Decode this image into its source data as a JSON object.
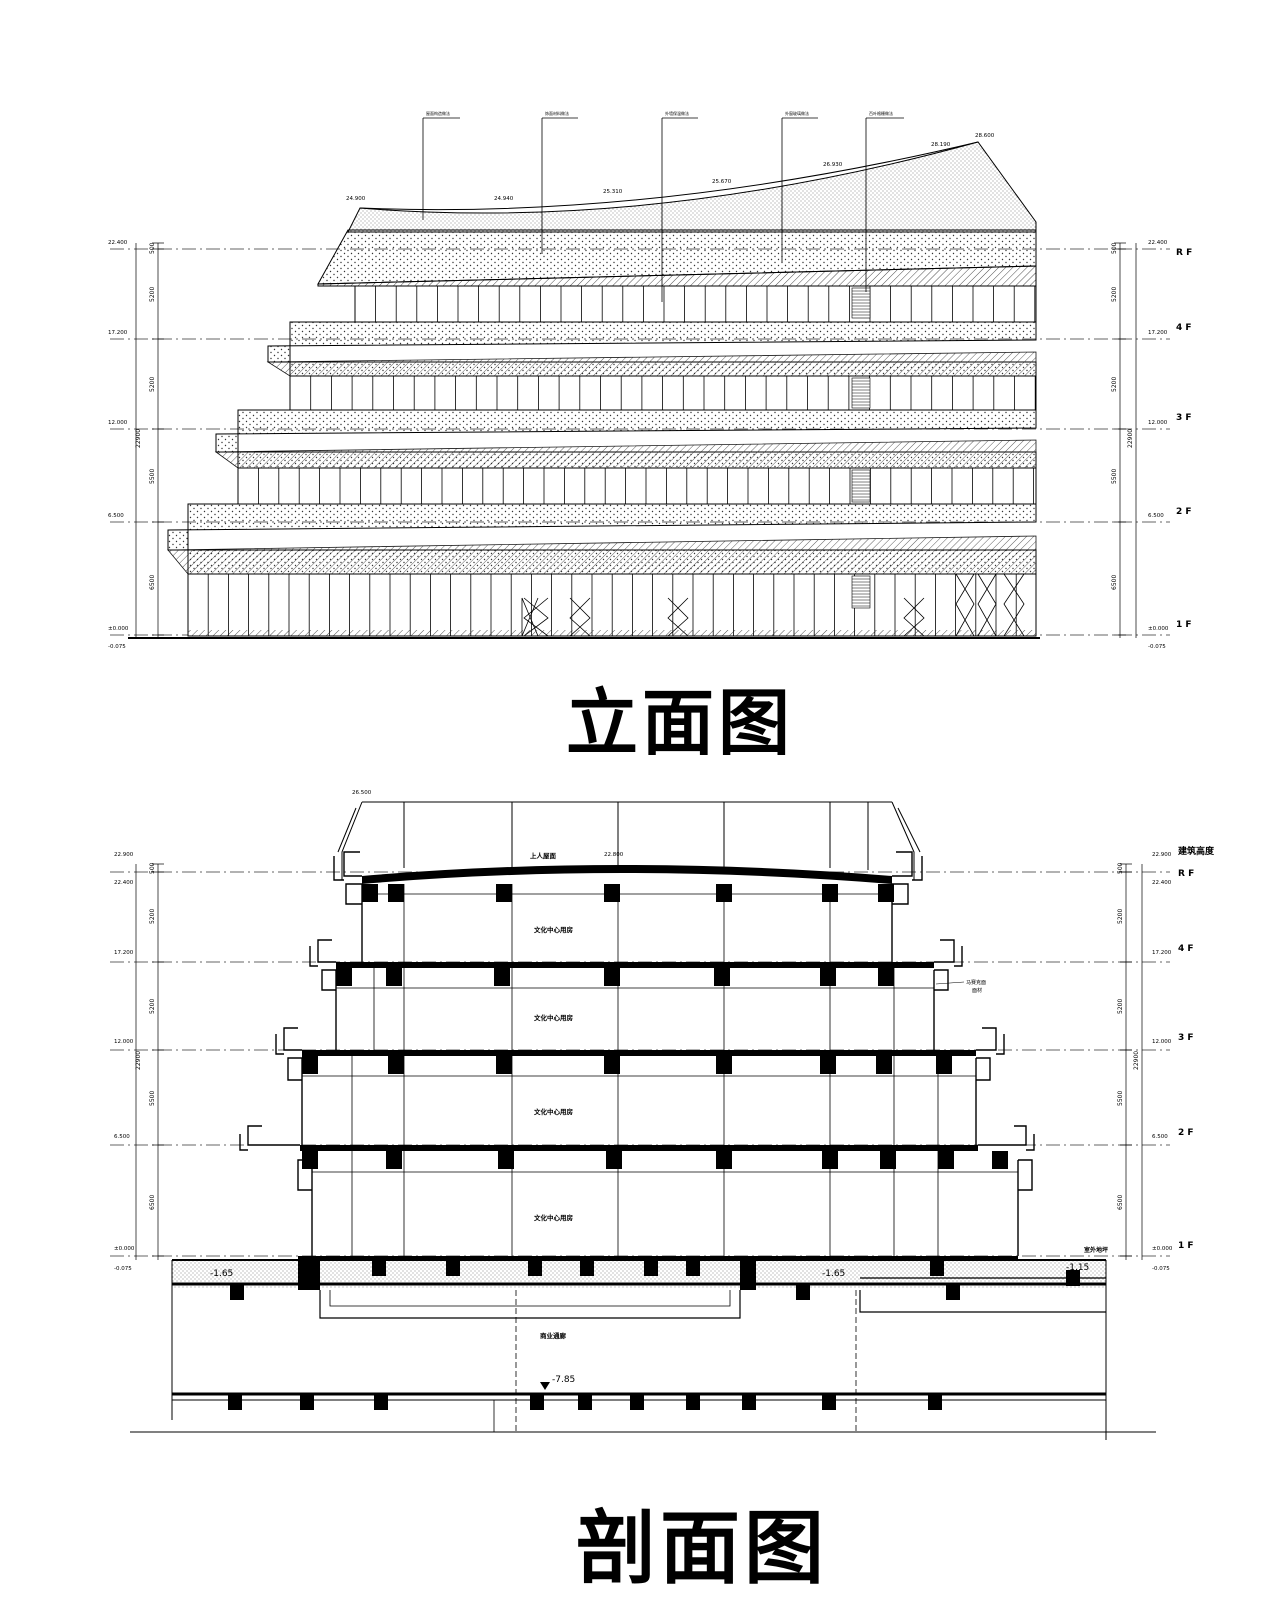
{
  "elevation": {
    "title": "立面图",
    "levels": [
      {
        "elev": "22.400",
        "floor": "R F"
      },
      {
        "elev": "17.200",
        "floor": "4 F"
      },
      {
        "elev": "12.000",
        "floor": "3 F"
      },
      {
        "elev": "6.500",
        "floor": "2 F"
      },
      {
        "elev": "±0.000",
        "floor": "1 F"
      }
    ],
    "ground_elev": "-0.075",
    "dims": [
      "500",
      "5200",
      "5200",
      "5500",
      "6500"
    ],
    "total_dim": "22900",
    "roof_points": [
      "24.900",
      "24.940",
      "25.310",
      "25.670",
      "26.930",
      "28.190",
      "28.600"
    ],
    "callouts": [
      "屋面构造做法",
      "饰面材料做法",
      "外墙保温做法",
      "外窗玻璃做法",
      "百叶格栅做法"
    ]
  },
  "section": {
    "title": "剖面图",
    "levels": [
      {
        "elev": "22.900",
        "floor": "R F"
      },
      {
        "elev": "17.200",
        "floor": "4 F"
      },
      {
        "elev": "12.000",
        "floor": "3 F"
      },
      {
        "elev": "6.500",
        "floor": "2 F"
      },
      {
        "elev": "±0.000",
        "floor": "1 F"
      }
    ],
    "aux_elev": "22.400",
    "ground_elev": "-0.075",
    "top_elev": "26.500",
    "roof_mid_elev": "22.800",
    "dims": [
      "500",
      "5200",
      "5200",
      "5500",
      "6500"
    ],
    "total_dim": "22900",
    "building_height_label": "建筑高度",
    "roof_label": "上人屋面",
    "room_label": "文化中心用房",
    "corridor_label": "商业通廊",
    "outdoor_label": "室外地坪",
    "detail_label": [
      "马赛克面",
      "面材"
    ],
    "basement_levels": [
      "-1.65",
      "-1.65",
      "-1.15",
      "-7.85"
    ]
  }
}
